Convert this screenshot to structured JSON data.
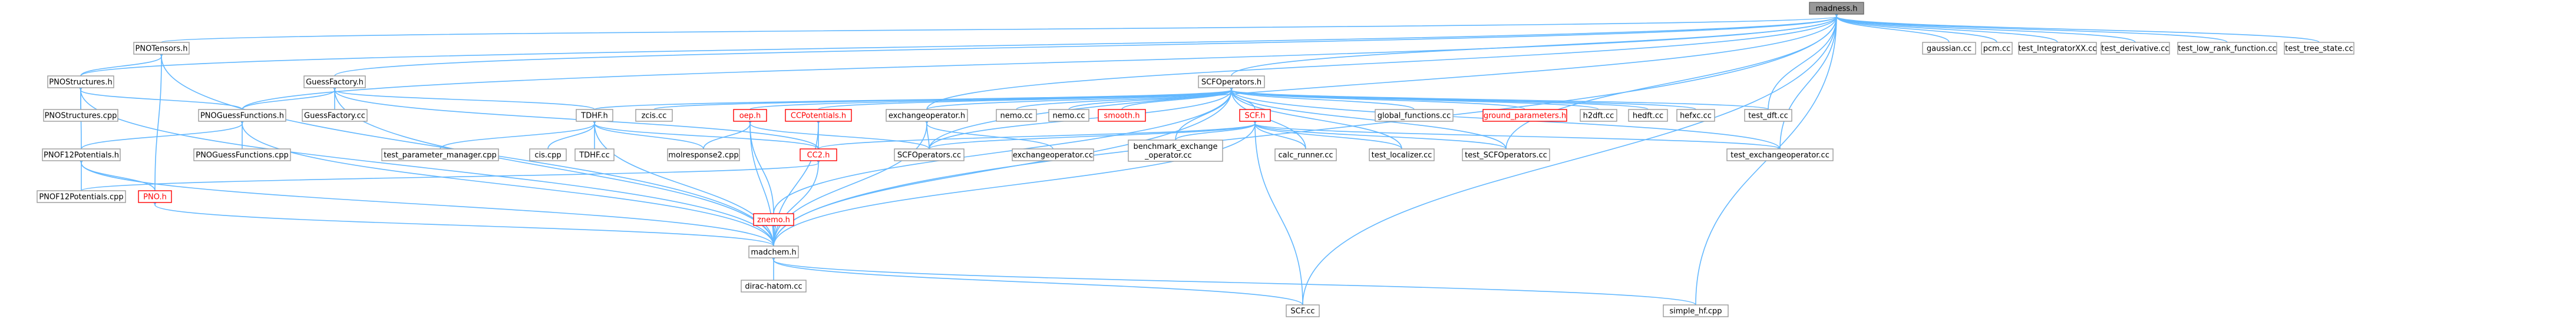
{
  "nodes": [
    {
      "id": "madness",
      "label": "madness.h",
      "style": "root"
    },
    {
      "id": "pnotensors",
      "label": "PNOTensors.h"
    },
    {
      "id": "gaussian",
      "label": "gaussian.cc"
    },
    {
      "id": "pcm",
      "label": "pcm.cc"
    },
    {
      "id": "test_integrator",
      "label": "test_IntegratorXX.cc"
    },
    {
      "id": "test_derivative",
      "label": "test_derivative.cc"
    },
    {
      "id": "test_low_rank",
      "label": "test_low_rank_function.cc"
    },
    {
      "id": "test_tree_state",
      "label": "test_tree_state.cc"
    },
    {
      "id": "pnostructures",
      "label": "PNOStructures.h"
    },
    {
      "id": "guessfactory_h",
      "label": "GuessFactory.h"
    },
    {
      "id": "scfoperators_h",
      "label": "SCFOperators.h"
    },
    {
      "id": "pnostructures_cpp",
      "label": "PNOStructures.cpp"
    },
    {
      "id": "pnoguessfunctions_h",
      "label": "PNOGuessFunctions.h"
    },
    {
      "id": "guessfactory_cc",
      "label": "GuessFactory.cc"
    },
    {
      "id": "tdhf_h",
      "label": "TDHF.h"
    },
    {
      "id": "zcis",
      "label": "zcis.cc"
    },
    {
      "id": "oep",
      "label": "oep.h",
      "style": "red"
    },
    {
      "id": "ccpotentials",
      "label": "CCPotentials.h",
      "style": "red"
    },
    {
      "id": "exchangeoperator_h",
      "label": "exchangeoperator.h"
    },
    {
      "id": "nemo_cc2",
      "label": "nemo.cc"
    },
    {
      "id": "nemo_cc",
      "label": "nemo.cc"
    },
    {
      "id": "smooth",
      "label": "smooth.h",
      "style": "red"
    },
    {
      "id": "scf_h",
      "label": "SCF.h",
      "style": "red"
    },
    {
      "id": "global_functions",
      "label": "global_functions.cc"
    },
    {
      "id": "ground_parameters",
      "label": "ground_parameters.h",
      "style": "red"
    },
    {
      "id": "h2dft",
      "label": "h2dft.cc"
    },
    {
      "id": "hedft",
      "label": "hedft.cc"
    },
    {
      "id": "hefxc",
      "label": "hefxc.cc"
    },
    {
      "id": "test_dft",
      "label": "test_dft.cc"
    },
    {
      "id": "pnof12potentials_h",
      "label": "PNOF12Potentials.h"
    },
    {
      "id": "pnoguessfunctions_cpp",
      "label": "PNOGuessFunctions.cpp"
    },
    {
      "id": "test_parameter_manager",
      "label": "test_parameter_manager.cpp"
    },
    {
      "id": "cis_cpp",
      "label": "cis.cpp"
    },
    {
      "id": "tdhf_cc",
      "label": "TDHF.cc"
    },
    {
      "id": "molresponse2",
      "label": "molresponse2.cpp"
    },
    {
      "id": "cc2_h",
      "label": "CC2.h",
      "style": "red"
    },
    {
      "id": "scfoperators_cc",
      "label": "SCFOperators.cc"
    },
    {
      "id": "exchangeoperator_cc",
      "label": "exchangeoperator.cc"
    },
    {
      "id": "benchmark_exchange",
      "label": "benchmark_exchange\n_operator.cc"
    },
    {
      "id": "calc_runner",
      "label": "calc_runner.cc"
    },
    {
      "id": "test_localizer",
      "label": "test_localizer.cc"
    },
    {
      "id": "test_scfoperators",
      "label": "test_SCFOperators.cc"
    },
    {
      "id": "test_exchangeoperator",
      "label": "test_exchangeoperator.cc"
    },
    {
      "id": "pnof12potentials_cpp",
      "label": "PNOF12Potentials.cpp"
    },
    {
      "id": "pno_h",
      "label": "PNO.h",
      "style": "red"
    },
    {
      "id": "znemo",
      "label": "znemo.h",
      "style": "red"
    },
    {
      "id": "madchem",
      "label": "madchem.h"
    },
    {
      "id": "dirac_hatom",
      "label": "dirac-hatom.cc"
    },
    {
      "id": "scf_cc",
      "label": "SCF.cc"
    },
    {
      "id": "simple_hf",
      "label": "simple_hf.cpp"
    }
  ],
  "edges": [
    [
      "madness",
      "pnotensors"
    ],
    [
      "madness",
      "gaussian"
    ],
    [
      "madness",
      "pcm"
    ],
    [
      "madness",
      "test_integrator"
    ],
    [
      "madness",
      "test_derivative"
    ],
    [
      "madness",
      "test_low_rank"
    ],
    [
      "madness",
      "test_tree_state"
    ],
    [
      "madness",
      "pnostructures"
    ],
    [
      "madness",
      "guessfactory_h"
    ],
    [
      "madness",
      "scfoperators_h"
    ],
    [
      "madness",
      "pnoguessfunctions_h"
    ],
    [
      "madness",
      "exchangeoperator_h"
    ],
    [
      "madness",
      "test_dft"
    ],
    [
      "madness",
      "scfoperators_cc"
    ],
    [
      "madness",
      "test_scfoperators"
    ],
    [
      "madness",
      "test_exchangeoperator"
    ],
    [
      "madness",
      "madchem"
    ],
    [
      "madness",
      "scf_cc"
    ],
    [
      "madness",
      "simple_hf"
    ],
    [
      "pnotensors",
      "pnostructures"
    ],
    [
      "pnotensors",
      "pno_h"
    ],
    [
      "pnotensors",
      "madchem"
    ],
    [
      "pnostructures",
      "pnostructures_cpp"
    ],
    [
      "pnostructures",
      "pnoguessfunctions_h"
    ],
    [
      "pnostructures",
      "pnof12potentials_h"
    ],
    [
      "pnostructures",
      "madchem"
    ],
    [
      "guessfactory_h",
      "guessfactory_cc"
    ],
    [
      "guessfactory_h",
      "pnoguessfunctions_h"
    ],
    [
      "guessfactory_h",
      "tdhf_h"
    ],
    [
      "guessfactory_h",
      "cc2_h"
    ],
    [
      "guessfactory_h",
      "madchem"
    ],
    [
      "scfoperators_h",
      "tdhf_h"
    ],
    [
      "scfoperators_h",
      "zcis"
    ],
    [
      "scfoperators_h",
      "oep"
    ],
    [
      "scfoperators_h",
      "ccpotentials"
    ],
    [
      "scfoperators_h",
      "exchangeoperator_h"
    ],
    [
      "scfoperators_h",
      "nemo_cc2"
    ],
    [
      "scfoperators_h",
      "nemo_cc"
    ],
    [
      "scfoperators_h",
      "smooth"
    ],
    [
      "scfoperators_h",
      "scf_h"
    ],
    [
      "scfoperators_h",
      "global_functions"
    ],
    [
      "scfoperators_h",
      "ground_parameters"
    ],
    [
      "scfoperators_h",
      "h2dft"
    ],
    [
      "scfoperators_h",
      "hedft"
    ],
    [
      "scfoperators_h",
      "hefxc"
    ],
    [
      "scfoperators_h",
      "test_dft"
    ],
    [
      "scfoperators_h",
      "scfoperators_cc"
    ],
    [
      "scfoperators_h",
      "benchmark_exchange"
    ],
    [
      "scfoperators_h",
      "calc_runner"
    ],
    [
      "scfoperators_h",
      "test_localizer"
    ],
    [
      "scfoperators_h",
      "test_scfoperators"
    ],
    [
      "scfoperators_h",
      "test_exchangeoperator"
    ],
    [
      "scfoperators_h",
      "znemo"
    ],
    [
      "scfoperators_h",
      "madchem"
    ],
    [
      "pnoguessfunctions_h",
      "pnoguessfunctions_cpp"
    ],
    [
      "pnoguessfunctions_h",
      "pnof12potentials_h"
    ],
    [
      "pnoguessfunctions_h",
      "madchem"
    ],
    [
      "pnof12potentials_h",
      "pnof12potentials_cpp"
    ],
    [
      "pnof12potentials_h",
      "pno_h"
    ],
    [
      "pnof12potentials_h",
      "madchem"
    ],
    [
      "tdhf_h",
      "test_parameter_manager"
    ],
    [
      "tdhf_h",
      "cis_cpp"
    ],
    [
      "tdhf_h",
      "tdhf_cc"
    ],
    [
      "tdhf_h",
      "molresponse2"
    ],
    [
      "tdhf_h",
      "cc2_h"
    ],
    [
      "tdhf_h",
      "madchem"
    ],
    [
      "oep",
      "molresponse2"
    ],
    [
      "oep",
      "scfoperators_cc"
    ],
    [
      "oep",
      "znemo"
    ],
    [
      "oep",
      "madchem"
    ],
    [
      "ccpotentials",
      "cc2_h"
    ],
    [
      "ccpotentials",
      "madchem"
    ],
    [
      "exchangeoperator_h",
      "scfoperators_cc"
    ],
    [
      "exchangeoperator_h",
      "exchangeoperator_cc"
    ],
    [
      "exchangeoperator_h",
      "madchem"
    ],
    [
      "scf_h",
      "cc2_h"
    ],
    [
      "scf_h",
      "scfoperators_cc"
    ],
    [
      "scf_h",
      "benchmark_exchange"
    ],
    [
      "scf_h",
      "calc_runner"
    ],
    [
      "scf_h",
      "test_localizer"
    ],
    [
      "scf_h",
      "test_scfoperators"
    ],
    [
      "scf_h",
      "test_exchangeoperator"
    ],
    [
      "scf_h",
      "scf_cc"
    ],
    [
      "scf_h",
      "madchem"
    ],
    [
      "cc2_h",
      "pnof12potentials_cpp"
    ],
    [
      "cc2_h",
      "madchem"
    ],
    [
      "pno_h",
      "madchem"
    ],
    [
      "znemo",
      "madchem"
    ],
    [
      "madchem",
      "dirac_hatom"
    ],
    [
      "madchem",
      "scf_cc"
    ],
    [
      "madchem",
      "simple_hf"
    ]
  ]
}
